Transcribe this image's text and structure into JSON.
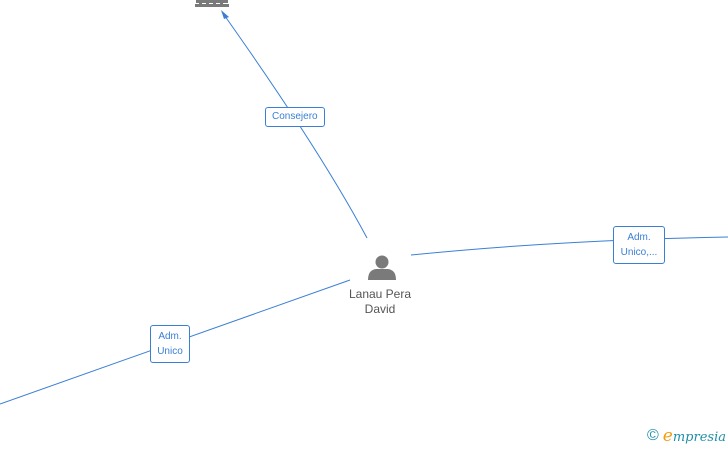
{
  "graph": {
    "center_node": {
      "name_line1": "Lanau Pera",
      "name_line2": "David",
      "icon": "person-icon"
    },
    "edges": [
      {
        "label": "Consejero",
        "target_icon": "building-icon"
      },
      {
        "label_line1": "Adm.",
        "label_line2": "Unico,..."
      },
      {
        "label_line1": "Adm.",
        "label_line2": "Unico"
      }
    ],
    "edge_color": "#3a7fd5",
    "node_color": "#7a7a7a"
  },
  "footer": {
    "copyright_symbol": "©",
    "brand_initial": "e",
    "brand_rest": "mpresia"
  }
}
